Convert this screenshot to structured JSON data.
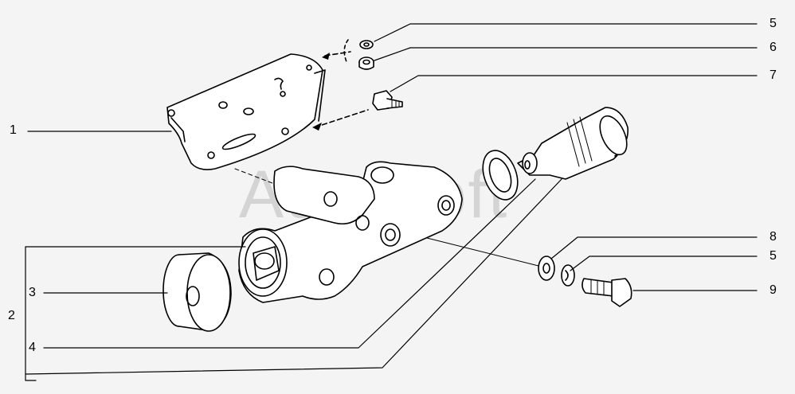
{
  "watermark": "AutoSoft",
  "callouts": {
    "c1": "1",
    "c2": "2",
    "c3": "3",
    "c4": "4",
    "c5a": "5",
    "c6": "6",
    "c7": "7",
    "c8": "8",
    "c5b": "5",
    "c9": "9"
  }
}
